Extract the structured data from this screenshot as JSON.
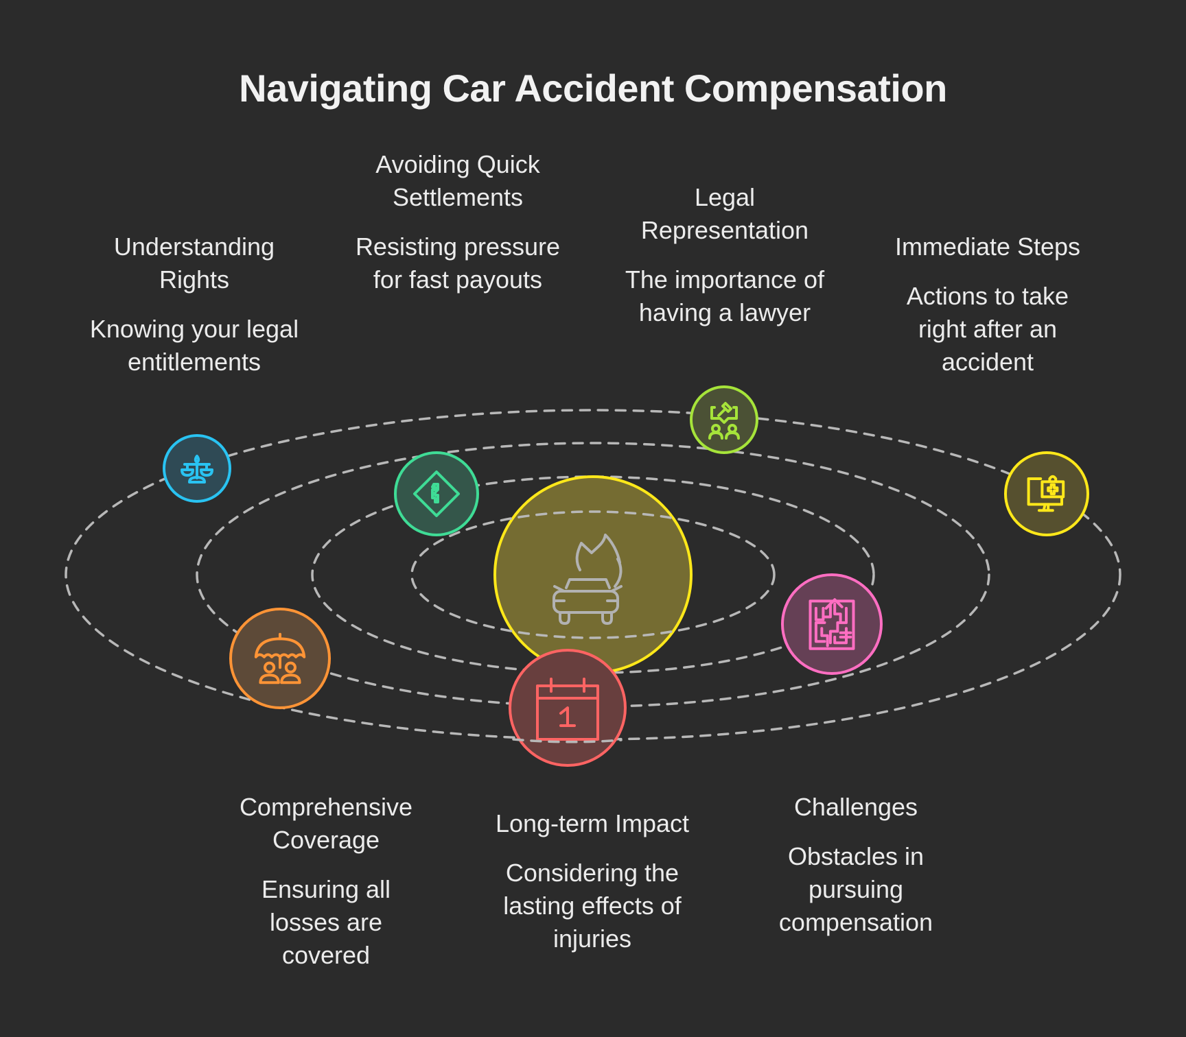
{
  "title": "Navigating Car Accident Compensation",
  "center": {
    "name": "car-fire",
    "icon": "car-on-fire-icon",
    "color": "#ffe81a",
    "fill": "#756c32"
  },
  "nodes": [
    {
      "id": "understanding-rights",
      "heading": "Understanding Rights",
      "description": "Knowing your legal entitlements",
      "icon": "scales-of-justice-icon",
      "color": "#29c3f2",
      "fill": "#2f4a55"
    },
    {
      "id": "avoiding-quick-settlements",
      "heading": "Avoiding Quick Settlements",
      "description": "Resisting pressure for fast payouts",
      "icon": "swerve-road-sign-icon",
      "color": "#3fdc96",
      "fill": "#34564a"
    },
    {
      "id": "legal-representation",
      "heading": "Legal Representation",
      "description": "The importance of having a lawyer",
      "icon": "gavel-consultation-icon",
      "color": "#a6e43a",
      "fill": "#4b5135"
    },
    {
      "id": "immediate-steps",
      "heading": "Immediate Steps",
      "description": "Actions to take right after an accident",
      "icon": "monitor-first-aid-icon",
      "color": "#ffe81a",
      "fill": "#56502f"
    },
    {
      "id": "comprehensive-coverage",
      "heading": "Comprehensive Coverage",
      "description": "Ensuring all losses are covered",
      "icon": "umbrella-people-icon",
      "color": "#ff9436",
      "fill": "#5d4a38"
    },
    {
      "id": "long-term-impact",
      "heading": "Long-term Impact",
      "description": "Considering the lasting effects of injuries",
      "icon": "calendar-day-one-icon",
      "color": "#ff6463",
      "fill": "#683f3e"
    },
    {
      "id": "challenges",
      "heading": "Challenges",
      "description": "Obstacles in pursuing compensation",
      "icon": "maze-icon",
      "color": "#ff6ec2",
      "fill": "#654055"
    }
  ],
  "orbit_color": "#b8b8b8"
}
